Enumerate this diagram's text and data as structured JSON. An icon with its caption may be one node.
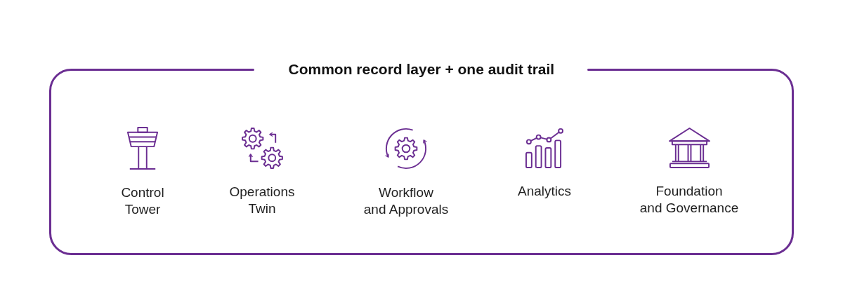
{
  "diagram": {
    "nodes": [
      {
        "text": [
          "Common record layer + one audit trail"
        ]
      },
      {
        "text": [
          "Control Tower"
        ],
        "in": 0
      },
      {
        "text": [
          "Operations Twin"
        ],
        "in": 0
      },
      {
        "text": [
          "Workflow and Approvals"
        ],
        "in": 0
      },
      {
        "text": [
          "Analytics"
        ],
        "in": 0
      },
      {
        "text": [
          "Foundation and Governance"
        ],
        "in": 0
      }
    ]
  }
}
